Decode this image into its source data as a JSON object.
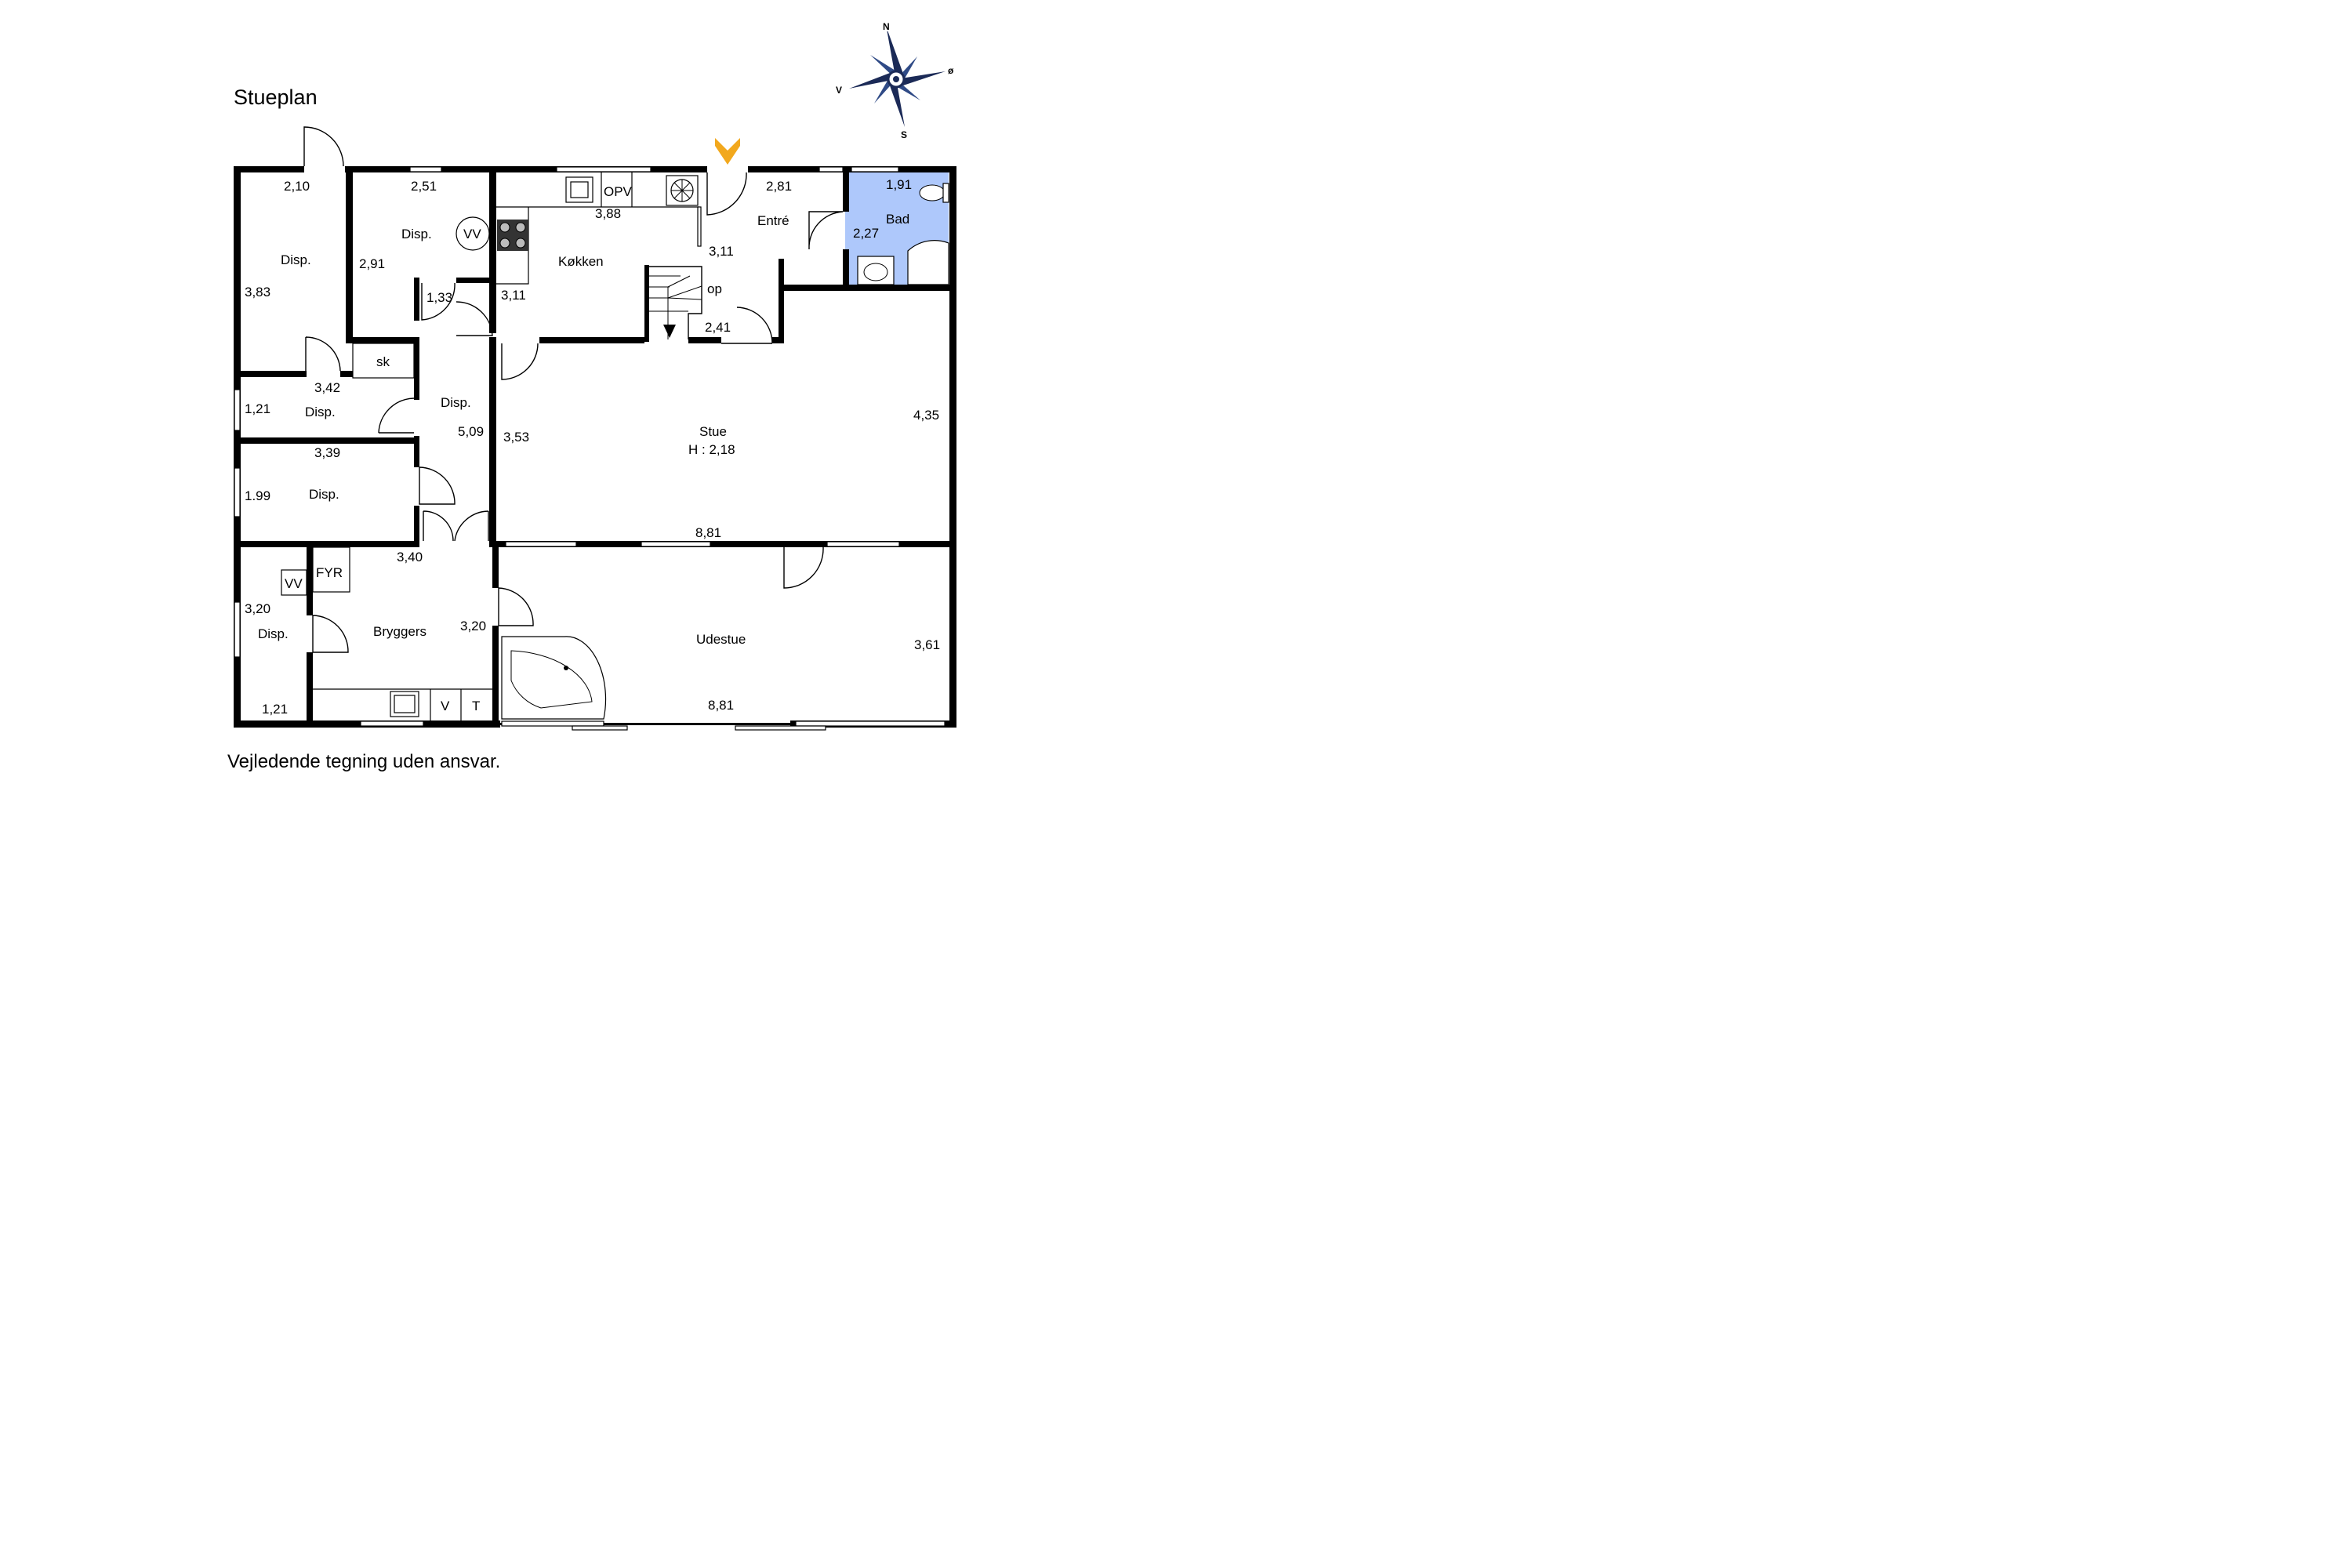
{
  "title": "Stueplan",
  "footer": "Vejledende tegning uden ansvar.",
  "compass": {
    "n": "N",
    "s": "S",
    "e": "ø",
    "w": "V"
  },
  "colors": {
    "wall": "#000000",
    "bathroom_fill": "#aec8fb",
    "entrance_marker": "#f2a81d",
    "compass_blue": "#1b2a57"
  },
  "rooms": {
    "disp_nw": "Disp.",
    "disp_n2": "Disp.",
    "vv_circle": "VV",
    "kitchen": "Køkken",
    "opv": "OPV",
    "entre": "Entré",
    "bad": "Bad",
    "stair_op": "op",
    "sk": "sk",
    "disp_w1": "Disp.",
    "disp_hall": "Disp.",
    "disp_w2": "Disp.",
    "stue": "Stue",
    "stue_height": "H : 2,18",
    "fyr": "FYR",
    "vv_box": "VV",
    "disp_sw": "Disp.",
    "bryggers": "Bryggers",
    "v": "V",
    "t": "T",
    "udestue": "Udestue"
  },
  "dims": {
    "d210": "2,10",
    "d251": "2,51",
    "d388": "3,88",
    "d281": "2,81",
    "d191": "1,91",
    "d383": "3,83",
    "d291": "2,91",
    "d133": "1,33",
    "d311a": "3,11",
    "d311b": "3,11",
    "d227": "2,27",
    "d241": "2,41",
    "d342": "3,42",
    "d121a": "1,21",
    "d509": "5,09",
    "d353": "3,53",
    "d435": "4,35",
    "d339": "3,39",
    "d199": "1.99",
    "d881a": "8,81",
    "d340": "3,40",
    "d320a": "3,20",
    "d320b": "3,20",
    "d121b": "1,21",
    "d361": "3,61",
    "d881b": "8,81"
  }
}
